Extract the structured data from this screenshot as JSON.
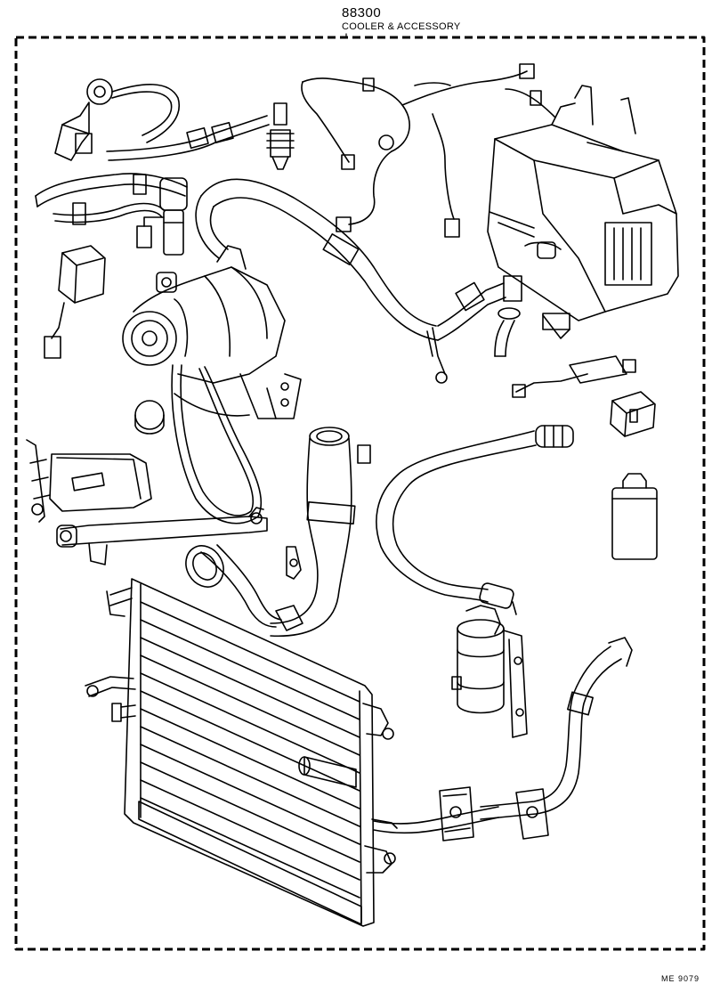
{
  "header": {
    "part_code": "88300",
    "part_title": "COOLER & ACCESSORY"
  },
  "footer": {
    "drawing_ref": "ME 9079"
  }
}
